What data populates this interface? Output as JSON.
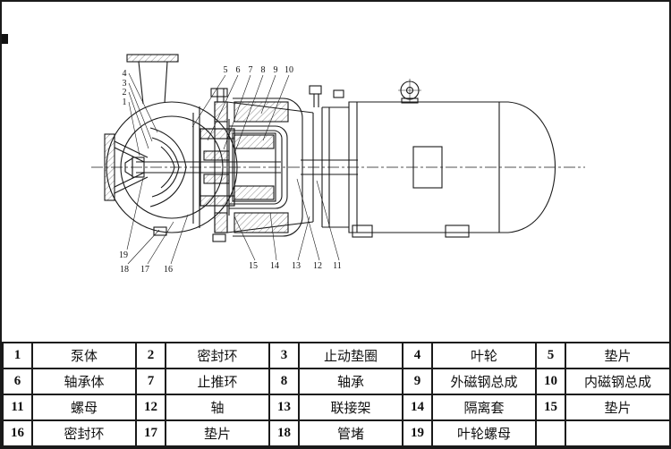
{
  "page": {
    "background": "#ffffff",
    "ink": "#1a1a1a"
  },
  "diagram": {
    "callouts": {
      "top": [
        "5",
        "6",
        "7",
        "8",
        "9",
        "10"
      ],
      "left": [
        "4",
        "3",
        "2",
        "1"
      ],
      "bottom_left": [
        "19",
        "18",
        "17",
        "16"
      ],
      "bottom_right": [
        "15",
        "14",
        "13",
        "12",
        "11"
      ]
    }
  },
  "parts_table": {
    "rows": [
      [
        {
          "num": "1",
          "name": "泵体"
        },
        {
          "num": "2",
          "name": "密封环"
        },
        {
          "num": "3",
          "name": "止动垫圈"
        },
        {
          "num": "4",
          "name": "叶轮"
        },
        {
          "num": "5",
          "name": "垫片"
        }
      ],
      [
        {
          "num": "6",
          "name": "轴承体"
        },
        {
          "num": "7",
          "name": "止推环"
        },
        {
          "num": "8",
          "name": "轴承"
        },
        {
          "num": "9",
          "name": "外磁钢总成"
        },
        {
          "num": "10",
          "name": "内磁钢总成"
        }
      ],
      [
        {
          "num": "11",
          "name": "螺母"
        },
        {
          "num": "12",
          "name": "轴"
        },
        {
          "num": "13",
          "name": "联接架"
        },
        {
          "num": "14",
          "name": "隔离套"
        },
        {
          "num": "15",
          "name": "垫片"
        }
      ],
      [
        {
          "num": "16",
          "name": "密封环"
        },
        {
          "num": "17",
          "name": "垫片"
        },
        {
          "num": "18",
          "name": "管堵"
        },
        {
          "num": "19",
          "name": "叶轮螺母"
        },
        {
          "num": "",
          "name": ""
        }
      ]
    ]
  }
}
